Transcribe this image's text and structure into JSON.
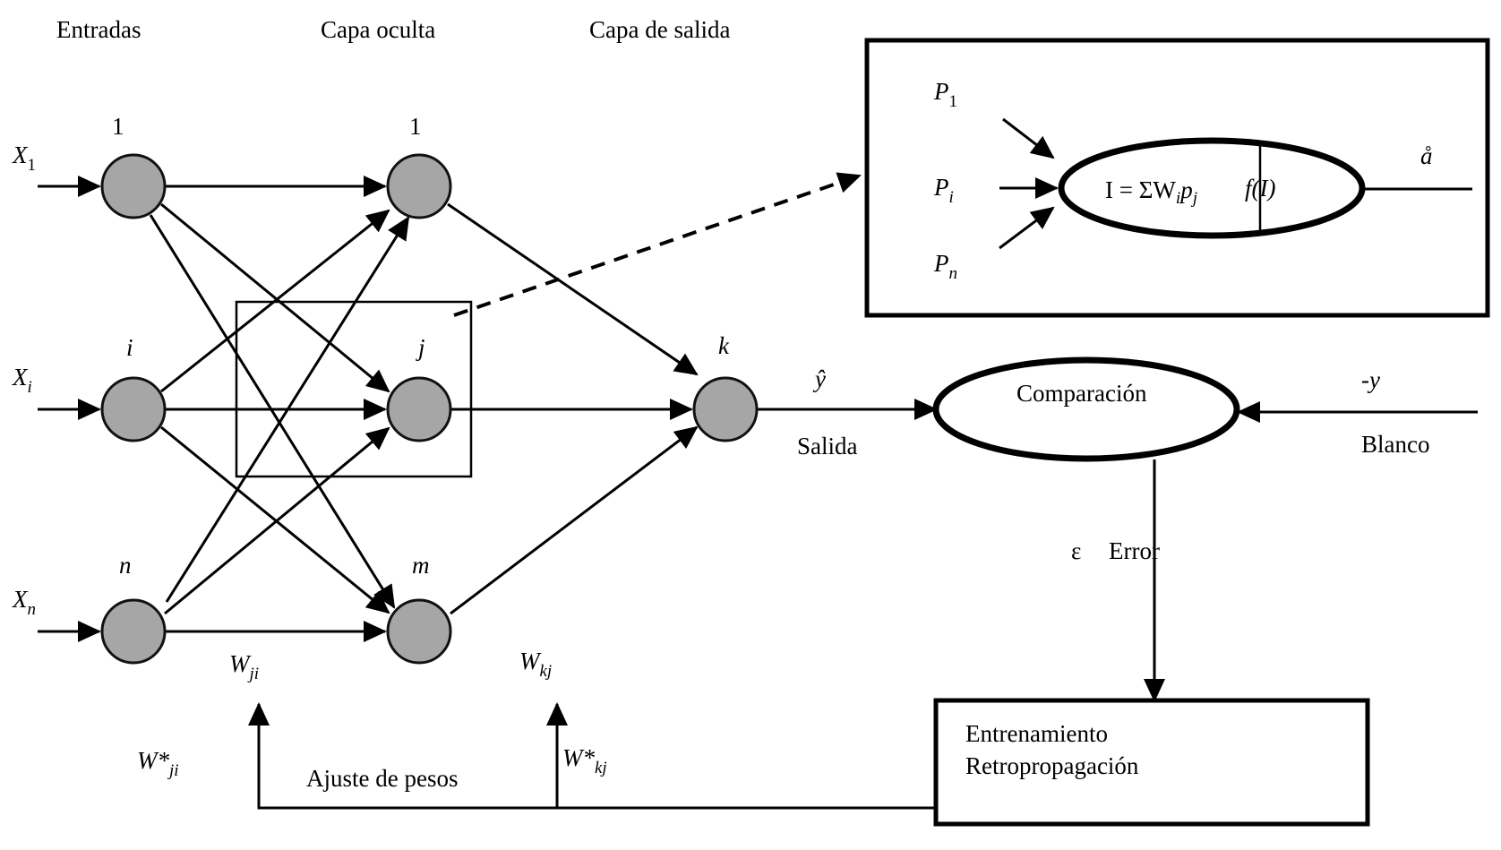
{
  "headers": {
    "inputs": "Entradas",
    "hidden": "Capa oculta",
    "output": "Capa de salida"
  },
  "input_layer": {
    "node_labels": [
      "1",
      "i",
      "n"
    ],
    "signals": [
      {
        "base": "X",
        "sub": "1"
      },
      {
        "base": "X",
        "sub": "i"
      },
      {
        "base": "X",
        "sub": "n"
      }
    ]
  },
  "hidden_layer": {
    "node_labels": [
      "1",
      "j",
      "m"
    ]
  },
  "output_layer": {
    "node_label": "k",
    "output_symbol": "ŷ",
    "output_text": "Salida"
  },
  "neuron_detail": {
    "inputs": [
      {
        "base": "P",
        "sub": "1"
      },
      {
        "base": "P",
        "sub": "i"
      },
      {
        "base": "P",
        "sub": "n"
      }
    ],
    "sum_formula": {
      "prefix": "I = ΣW",
      "sub1": "i",
      "mid": "p",
      "sub2": "j"
    },
    "activation": "f(I)",
    "output": "å"
  },
  "comparison": {
    "label": "Comparación",
    "target_symbol": "-y",
    "target_text": "Blanco"
  },
  "error": {
    "symbol": "ε",
    "label": "Error"
  },
  "training": {
    "line1": "Entrenamiento",
    "line2": "Retropropagación"
  },
  "weights": {
    "wji": {
      "base": "W",
      "sub": "ji"
    },
    "wkj": {
      "base": "W",
      "sub": "kj"
    },
    "wji_star": {
      "base": "W*",
      "sub": "ji"
    },
    "wkj_star": {
      "base": "W*",
      "sub": "kj"
    },
    "adjust_label": "Ajuste de pesos"
  }
}
